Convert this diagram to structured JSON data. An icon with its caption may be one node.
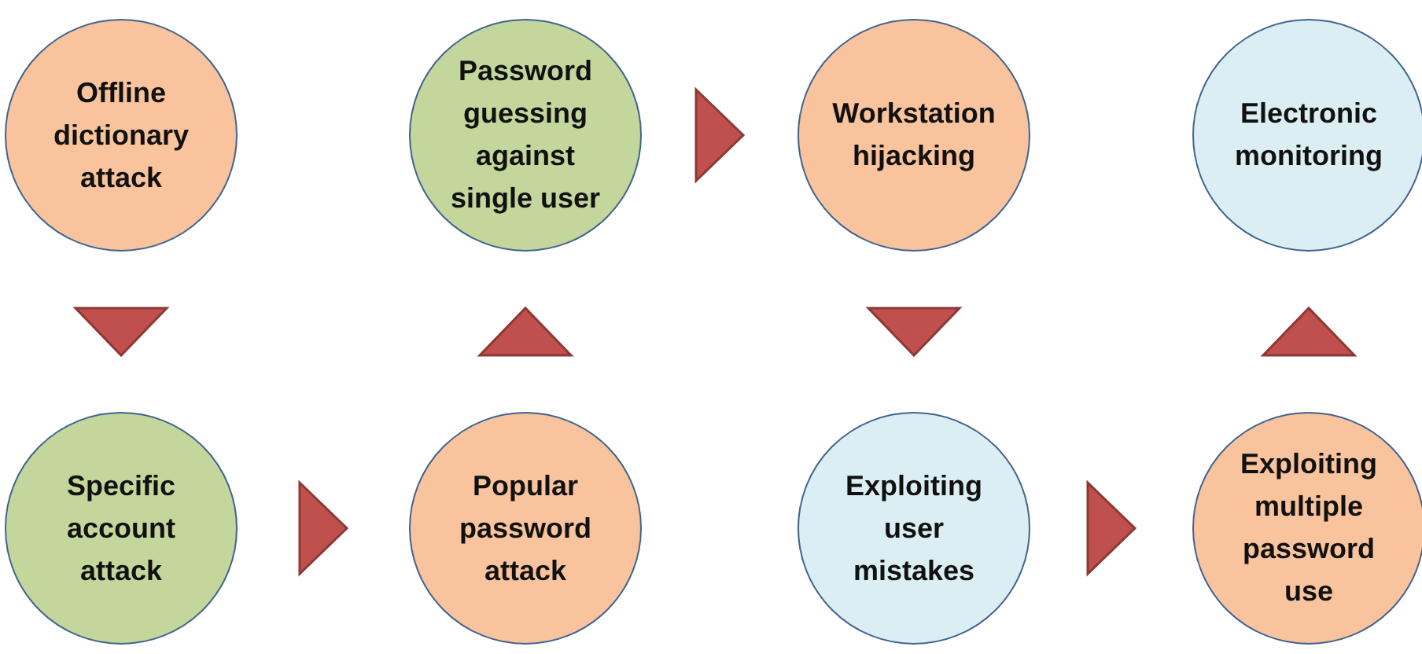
{
  "diagram": {
    "nodes": [
      {
        "text": [
          "Offline dictionary attack"
        ]
      },
      {
        "text": [
          "Password guessing against single user"
        ]
      },
      {
        "text": [
          "Workstation hijacking"
        ]
      },
      {
        "text": [
          "Electronic monitoring"
        ]
      },
      {
        "text": [
          "Specific account attack"
        ]
      },
      {
        "text": [
          "Popular password attack"
        ]
      },
      {
        "text": [
          "Exploiting user mistakes"
        ]
      },
      {
        "text": [
          "Exploiting multiple password use"
        ]
      }
    ],
    "edges": [
      {
        "from": 0,
        "to": 4,
        "arrow": "to"
      },
      {
        "from": 4,
        "to": 5,
        "arrow": "to"
      },
      {
        "from": 5,
        "to": 1,
        "arrow": "to"
      },
      {
        "from": 1,
        "to": 2,
        "arrow": "to"
      },
      {
        "from": 2,
        "to": 6,
        "arrow": "to"
      },
      {
        "from": 6,
        "to": 7,
        "arrow": "to"
      },
      {
        "from": 7,
        "to": 3,
        "arrow": "to"
      }
    ]
  }
}
